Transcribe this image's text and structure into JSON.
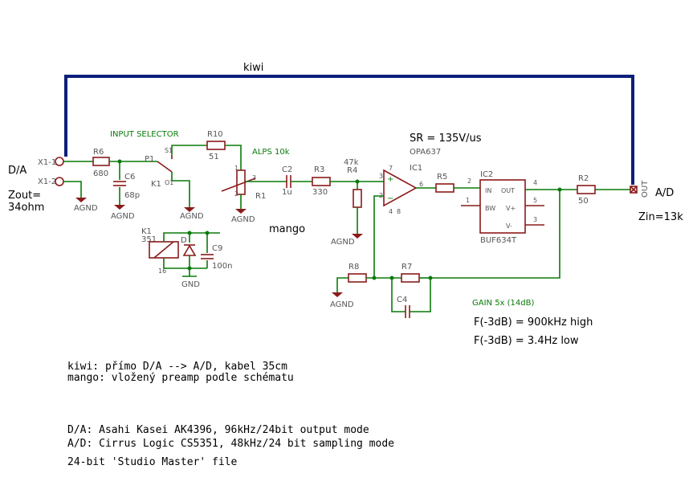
{
  "top_label": "kiwi",
  "mid_label": "mango",
  "da_label": "D/A",
  "ad_label": "A/D",
  "zout": [
    "Zout=",
    "34ohm"
  ],
  "zin": "Zin=13k",
  "connectors": {
    "x1_1": "X1-1",
    "x1_2": "X1-2",
    "out": "OUT"
  },
  "input_selector": "INPUT SELECTOR",
  "alps": "ALPS 10k",
  "sr": "SR = 135V/us",
  "gain": "GAIN 5x (14dB)",
  "f_high": "F(-3dB) = 900kHz  high",
  "f_low": "F(-3dB) = 3.4Hz  low",
  "components": {
    "r6": "R6",
    "r6_val": "680",
    "c6": "C6",
    "c6_val": "68p",
    "agnd": "AGND",
    "gnd": "GND",
    "p1": "P1",
    "s1": "S1",
    "o1": "O1",
    "k1_sw": "K1",
    "r10": "R10",
    "r10_val": "51",
    "r1": "R1",
    "pin1": "1",
    "pin2": "2",
    "pin3": "3",
    "c2": "C2",
    "c2_val": "1u",
    "r3": "R3",
    "r3_val": "330",
    "r4": "R4",
    "r4_val": "47k",
    "ic1": "IC1",
    "ic1_type": "OPA637",
    "r5": "R5",
    "ic2": "IC2",
    "ic2_type": "BUF634T",
    "ic2_in": "IN",
    "ic2_out": "OUT",
    "ic2_bw": "BW",
    "ic2_vp": "V+",
    "ic2_vm": "V-",
    "r2": "R2",
    "r2_val": "50",
    "k1": "K1",
    "k1_val": "351",
    "d": "D",
    "c9": "C9",
    "c9_val": "100n",
    "r8": "R8",
    "r7": "R7",
    "c4": "C4",
    "p4": "4",
    "p7": "7",
    "p3": "3",
    "p2": "2",
    "p6": "6",
    "p8": "8",
    "b1": "1",
    "b2": "2",
    "b4": "4",
    "b5": "5",
    "b3": "3",
    "k16": "16"
  },
  "notes": {
    "kiwi": "kiwi:   přímo D/A --> A/D, kabel 35cm",
    "mango": "mango:   vložený preamp podle schématu",
    "da": "D/A: Asahi Kasei AK4396, 96kHz/24bit output mode",
    "ad": "A/D: Cirrus Logic CS5351, 48kHz/24 bit sampling mode",
    "file": "24-bit 'Studio Master' file"
  }
}
